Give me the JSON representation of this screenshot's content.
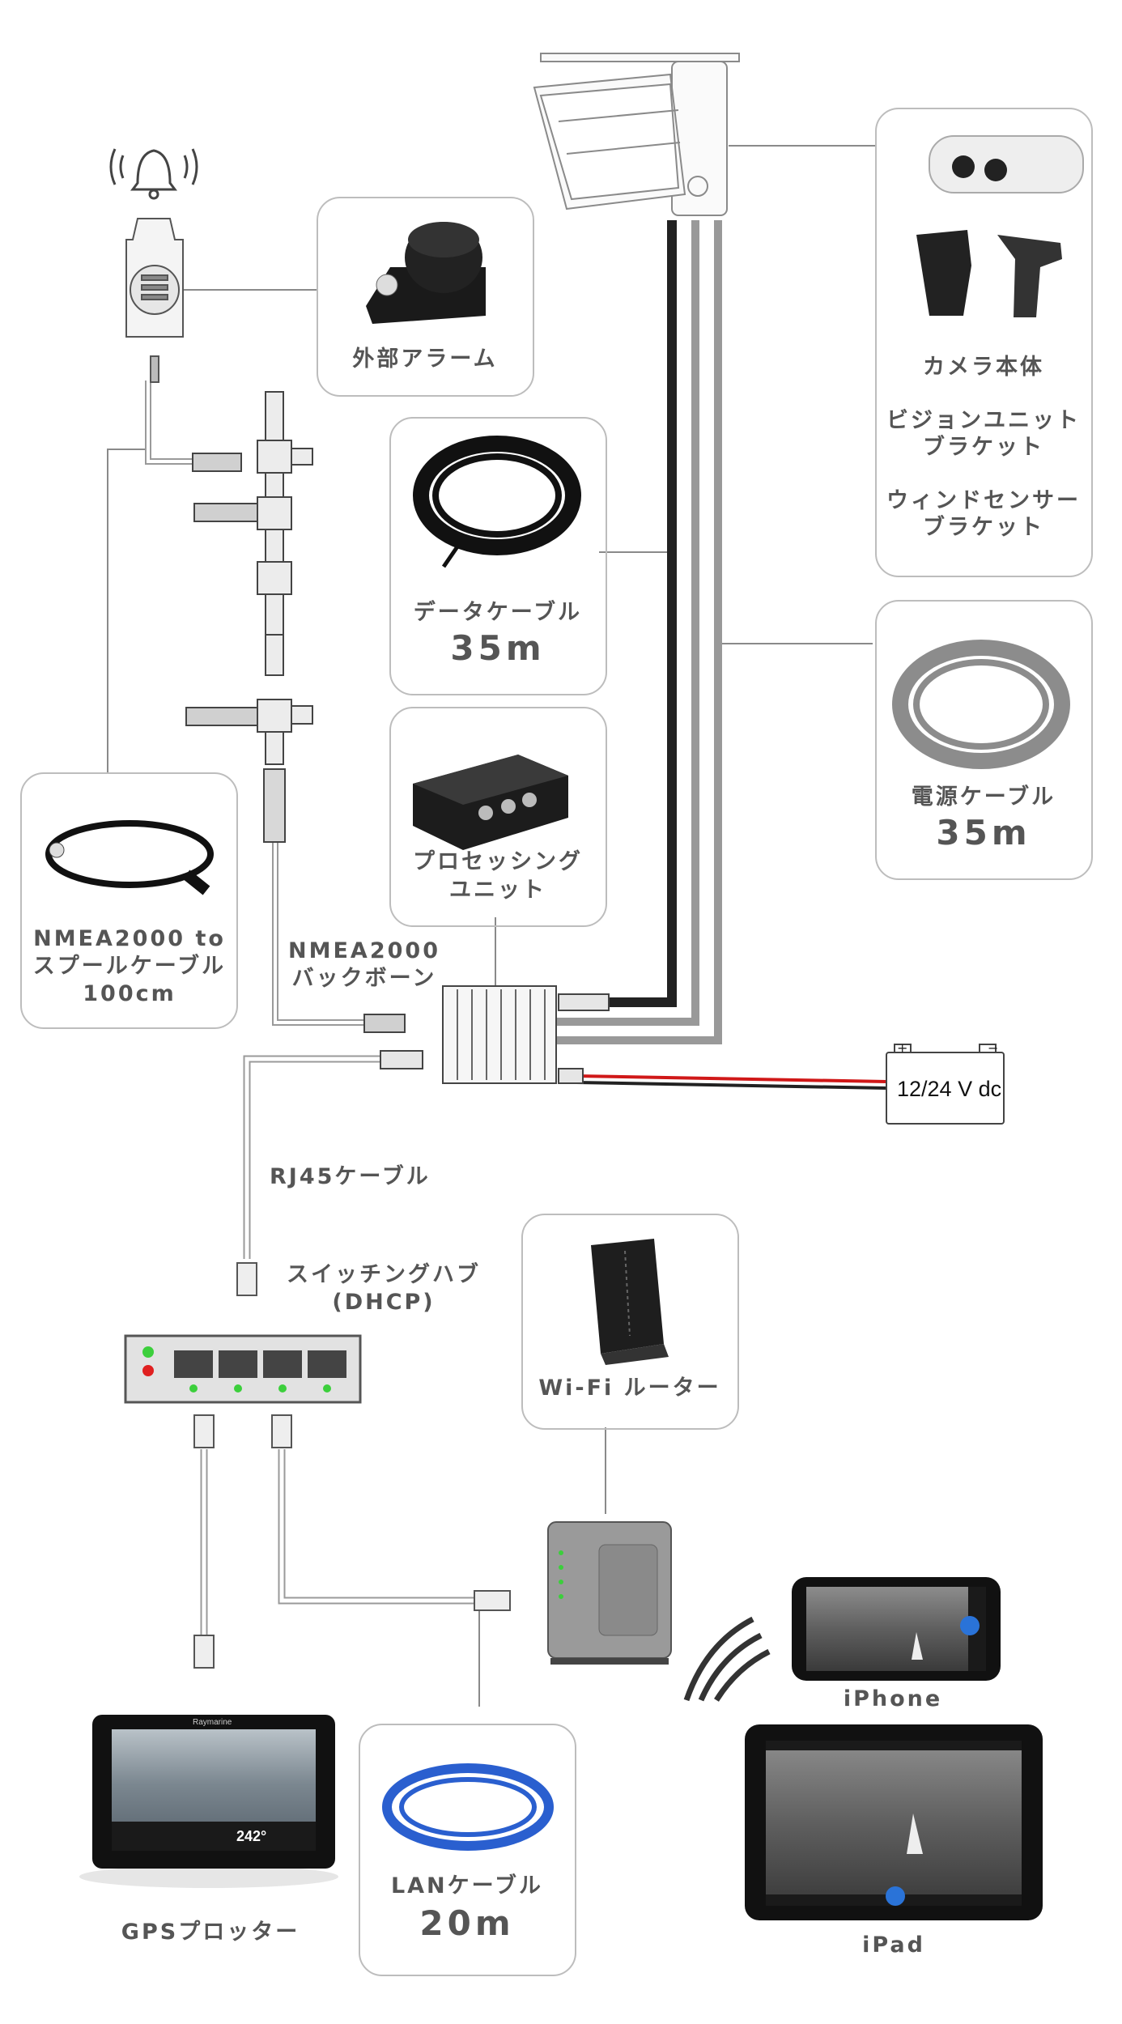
{
  "external_alarm": {
    "label": "外部アラーム"
  },
  "data_cable": {
    "label": "データケーブル",
    "length": "35m"
  },
  "processing_unit": {
    "label_line1": "プロセッシング",
    "label_line2": "ユニット"
  },
  "camera": {
    "body_label": "カメラ本体",
    "vision_bracket_line1": "ビジョンユニット",
    "vision_bracket_line2": "ブラケット",
    "wind_bracket_line1": "ウィンドセンサー",
    "wind_bracket_line2": "ブラケット"
  },
  "power_cable": {
    "label": "電源ケーブル",
    "length": "35m"
  },
  "nmea_spool": {
    "line1": "NMEA2000 to",
    "line2": "スプールケーブル",
    "line3": "100cm"
  },
  "nmea_backbone": {
    "line1": "NMEA2000",
    "line2": "バックボーン"
  },
  "battery": {
    "label": "12/24 V dc"
  },
  "rj45_cable": {
    "label": "RJ45ケーブル"
  },
  "switching_hub": {
    "line1": "スイッチングハブ",
    "line2": "(DHCP)"
  },
  "wifi_router": {
    "label": "Wi-Fi ルーター"
  },
  "iphone": {
    "label": "iPhone"
  },
  "ipad": {
    "label": "iPad"
  },
  "lan_cable": {
    "label": "LANケーブル",
    "length": "20m"
  },
  "gps_plotter": {
    "label": "GPSプロッター",
    "brand": "Raymarine",
    "screen_value": "242°"
  },
  "colors": {
    "card_border": "#bdbdbd",
    "text": "#555555",
    "data_cable": "#222222",
    "power_cable": "#999999",
    "led_green": "#3ccf3c",
    "led_red": "#e02020"
  }
}
